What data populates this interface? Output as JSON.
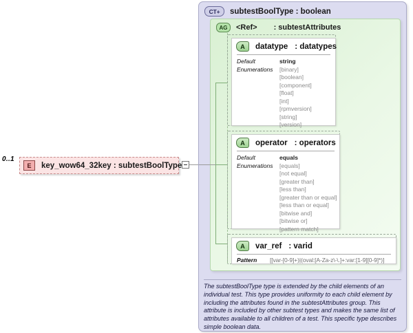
{
  "element": {
    "cardinality": "0..1",
    "badge": "E",
    "label": "key_wow64_32key : subtestBoolType",
    "expander_icon": "minus-icon"
  },
  "complex_type": {
    "badge": "CT+",
    "title": "subtestBoolType : boolean"
  },
  "attribute_group": {
    "badge": "AG",
    "ref": "<Ref>",
    "type": ": subtestAttributes"
  },
  "attributes": [
    {
      "badge": "A",
      "name": "datatype",
      "type": ": datatypes",
      "facet_labels": [
        "Default",
        "Enumerations"
      ],
      "default": "string",
      "enumerations": [
        "[binary]",
        "[boolean]",
        "[component]",
        "[float]",
        "[int]",
        "[rpmversion]",
        "[string]",
        "[version]"
      ]
    },
    {
      "badge": "A",
      "name": "operator",
      "type": ": operators",
      "facet_labels": [
        "Default",
        "Enumerations"
      ],
      "default": "equals",
      "enumerations": [
        "[equals]",
        "[not equal]",
        "[greater than]",
        "[less than]",
        "[greater than or equal]",
        "[less than or equal]",
        "[bitwise and]",
        "[bitwise or]",
        "[pattern match]"
      ]
    },
    {
      "badge": "A",
      "name": "var_ref",
      "type": ": varid",
      "pattern_label": "Pattern",
      "pattern": "[[var-[0-9]+)|(oval:[A-Za-z\\-\\.]+:var:[1-9][0-9]*)]"
    }
  ],
  "documentation": "The subtestBoolType type is extended by the child elements of an individual test.  This type provides uniformity to each child element by including the attributes found in the subtestAttributes group.  This attribute is included by other subtest types and makes the same list of attributes available to all children of a test.  This specific type describes simple boolean data.",
  "colors": {
    "element_fill": "#fbe4e4",
    "element_border": "#c98b8b",
    "ct_panel_fill": "#dcdcf0",
    "ag_panel_fill": "#eaf8e6",
    "connector": "#9a9a9a"
  }
}
